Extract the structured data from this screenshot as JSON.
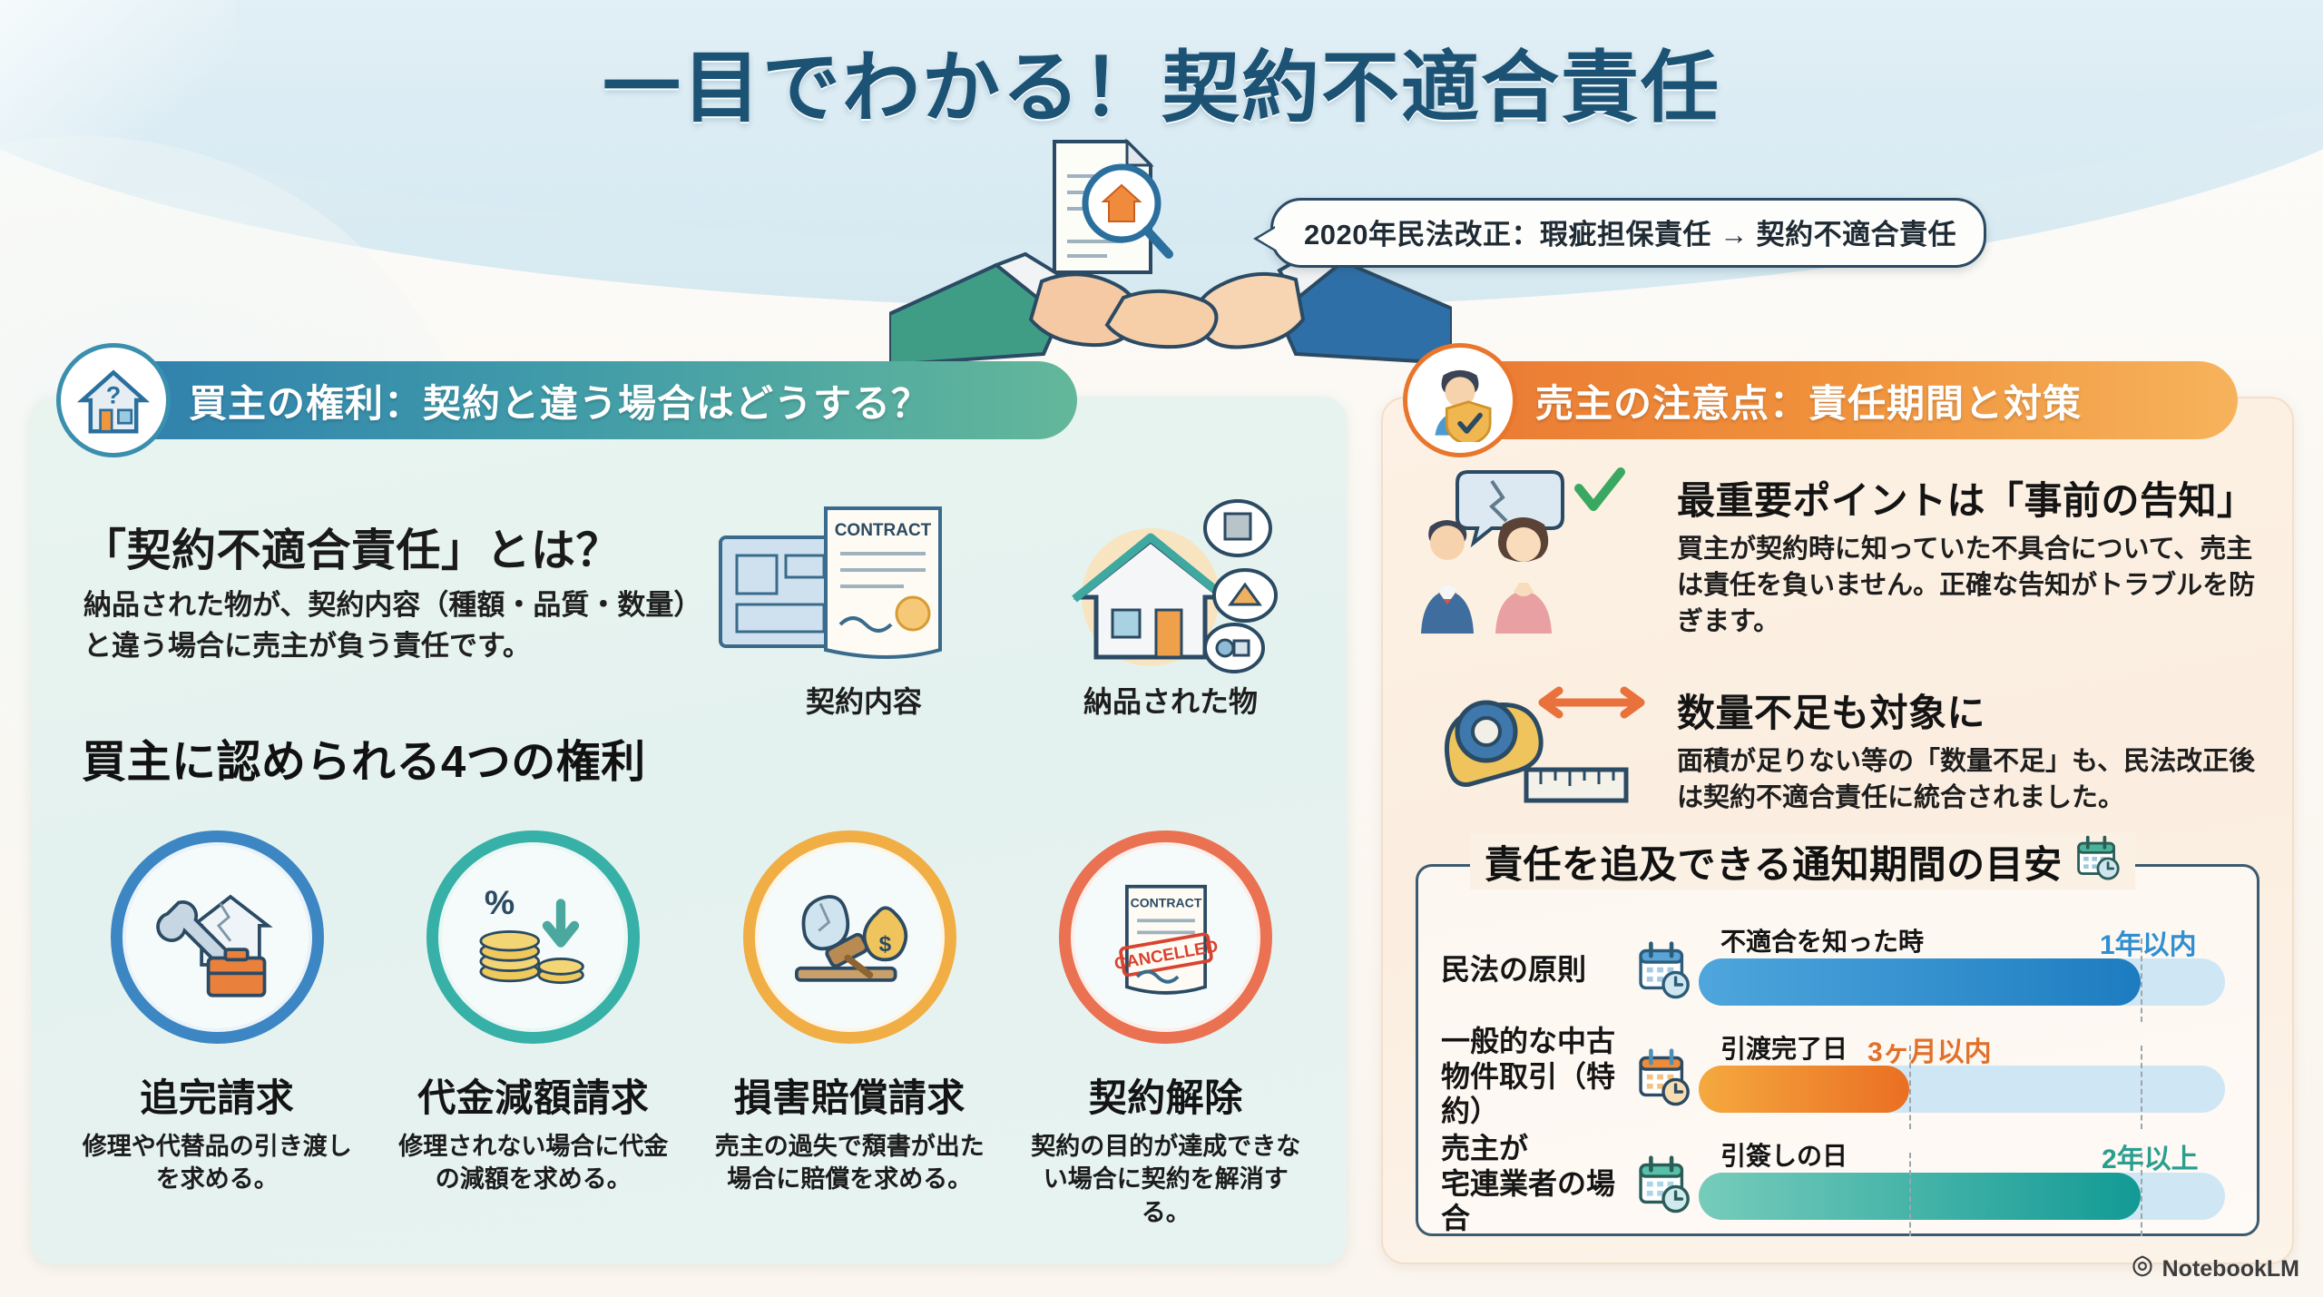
{
  "page": {
    "title": "一目でわかる！契約不適合責任",
    "callout": "2020年民法改正：瑕疵担保責任 → 契約不適合責任",
    "watermark": "NotebookLM"
  },
  "colors": {
    "title": "#1c5274",
    "left_accent": "#3f9aa9",
    "right_accent": "#ea7a33",
    "bar_blue": "#2f8fd0",
    "bar_orange": "#ef8c2a",
    "bar_teal": "#2fa79e",
    "track": "#cfe7f5"
  },
  "left_panel": {
    "header": "買主の権利：契約と違う場合はどうする？",
    "header_icon": "house-question-icon",
    "definition_heading": "「契約不適合責任」とは？",
    "definition_body": "納品された物が、契約内容（種額・品質・数量）と違う場合に売主が負う責任です。",
    "illustrations": [
      {
        "icon": "blueprint-contract-icon",
        "caption": "契約内容"
      },
      {
        "icon": "damaged-house-icon",
        "caption": "納品された物"
      }
    ],
    "rights_heading": "買主に認められる4つの権利",
    "rights": [
      {
        "icon": "wrench-house-toolbox-icon",
        "title": "追完請求",
        "desc": "修理や代替品の引き渡しを求める。",
        "ring_color": "#3d86c4"
      },
      {
        "icon": "coins-percent-down-icon",
        "title": "代金減額請求",
        "desc": "修理されない場合に代金の減額を求める。",
        "ring_color": "#37b0a8"
      },
      {
        "icon": "gavel-moneybag-icon",
        "title": "損害賠償請求",
        "desc": "売主の過失で頽書が出た場合に賠償を求める。",
        "ring_color": "#f0ae45"
      },
      {
        "icon": "contract-cancelled-icon",
        "title": "契約解除",
        "desc": "契約の目的が達成できない場合に契約を解消する。",
        "ring_color": "#ea7152"
      }
    ]
  },
  "right_panel": {
    "header": "売主の注意点：責任期間と対策",
    "header_icon": "person-shield-check-icon",
    "points": [
      {
        "icon": "couple-speech-check-icon",
        "title": "最重要ポイントは「事前の告知」",
        "body": "買主が契約時に知っていた不具合について、売主は責任を負いません。正確な告知がトラブルを防ぎます。"
      },
      {
        "icon": "tape-measure-arrow-icon",
        "title": "数量不足も対象に",
        "body": "面積が足りない等の「数量不足」も、民法改正後は契約不適合責任に統合されました。"
      }
    ],
    "timeline": {
      "heading": "責任を追及できる通知期間の目安",
      "heading_icon": "calendar-clock-icon",
      "rows": [
        {
          "label": "民法の原則",
          "icon": "calendar-clock-blue-icon",
          "start_label": "不適合を知った時",
          "end_label": "1年以内",
          "end_color": "#2f8fd0",
          "fill_percent": 84,
          "fill_color_from": "#4fa6dd",
          "fill_color_to": "#1d7cc0"
        },
        {
          "label": "一般的な中古\n物件取引（特約）",
          "icon": "calendar-clock-orange-icon",
          "start_label": "引渡完了日",
          "end_label": "3ヶ月以内",
          "end_color": "#e0712a",
          "fill_percent": 40,
          "fill_color_from": "#f5a93f",
          "fill_color_to": "#ea6f23"
        },
        {
          "label": "売主が\n宅連業者の場合",
          "icon": "calendar-clock-teal-icon",
          "start_label": "引簽しの日",
          "end_label": "2年以上",
          "end_color": "#2a9e8f",
          "fill_percent": 84,
          "fill_color_from": "#76ccbb",
          "fill_color_to": "#129a95"
        }
      ]
    }
  }
}
